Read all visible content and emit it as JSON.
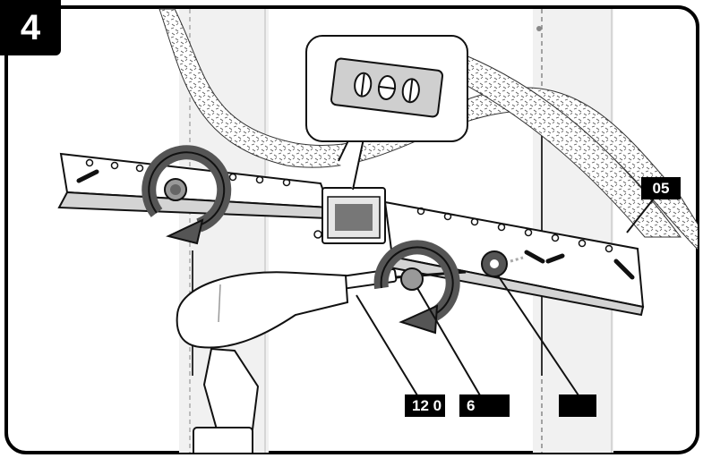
{
  "step_number": "4",
  "part_labels": {
    "bracket": "05",
    "screw": "12 0",
    "washer": "6",
    "anchor": ""
  },
  "icons": [
    "level-icon",
    "drill-icon",
    "rotate-arrow-icon",
    "screw-icon",
    "washer-icon",
    "wall-bracket-icon",
    "wall-stud-icon"
  ]
}
